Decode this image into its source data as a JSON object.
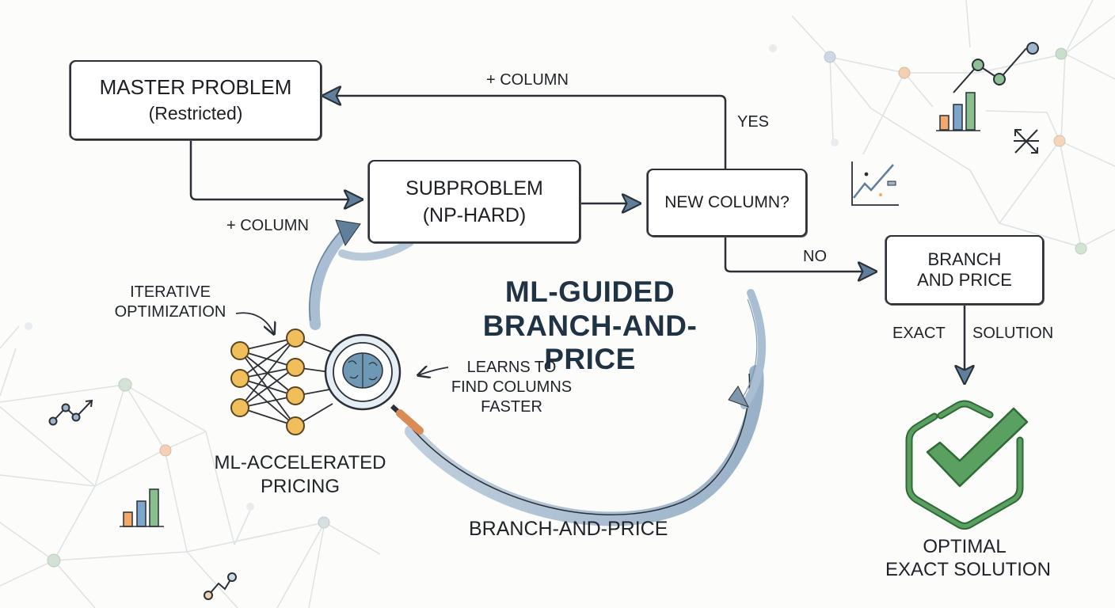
{
  "diagram": {
    "title": [
      "ML-GUIDED",
      "BRANCH-AND-PRICE"
    ],
    "nodes": {
      "master": {
        "line1": "MASTER PROBLEM",
        "line2": "(Restricted)"
      },
      "subproblem": {
        "line1": "SUBPROBLEM",
        "line2": "(NP-HARD)"
      },
      "decision": {
        "line1": "NEW COLUMN?"
      },
      "branch": {
        "line1": "BRANCH",
        "line2": "AND PRICE"
      },
      "result": {
        "line1": "OPTIMAL",
        "line2": "EXACT SOLUTION"
      }
    },
    "edge_labels": {
      "top_column": "+ COLUMN",
      "left_column": "+ COLUMN",
      "yes": "YES",
      "no": "NO",
      "exact": "EXACT",
      "solution": "SOLUTION"
    },
    "annotations": {
      "iterative": [
        "ITERATIVE",
        "OPTIMIZATION"
      ],
      "learns": [
        "LEARNS TO",
        "FIND COLUMNS",
        "FASTER"
      ],
      "ml_pricing": [
        "ML-ACCELERATED",
        "PRICING"
      ],
      "loop_label": "BRANCH-AND-PRICE"
    },
    "colors": {
      "ink": "#2b2f36",
      "arrow_fill": "#5f7f9c",
      "loop_blue": "#9fb6cc",
      "neuron": "#f0be5a",
      "brain": "#6f98b4",
      "check_green": "#5aa061",
      "check_dark": "#2f6a37",
      "title": "#1f3345",
      "mesh": "#dde2e4"
    }
  }
}
